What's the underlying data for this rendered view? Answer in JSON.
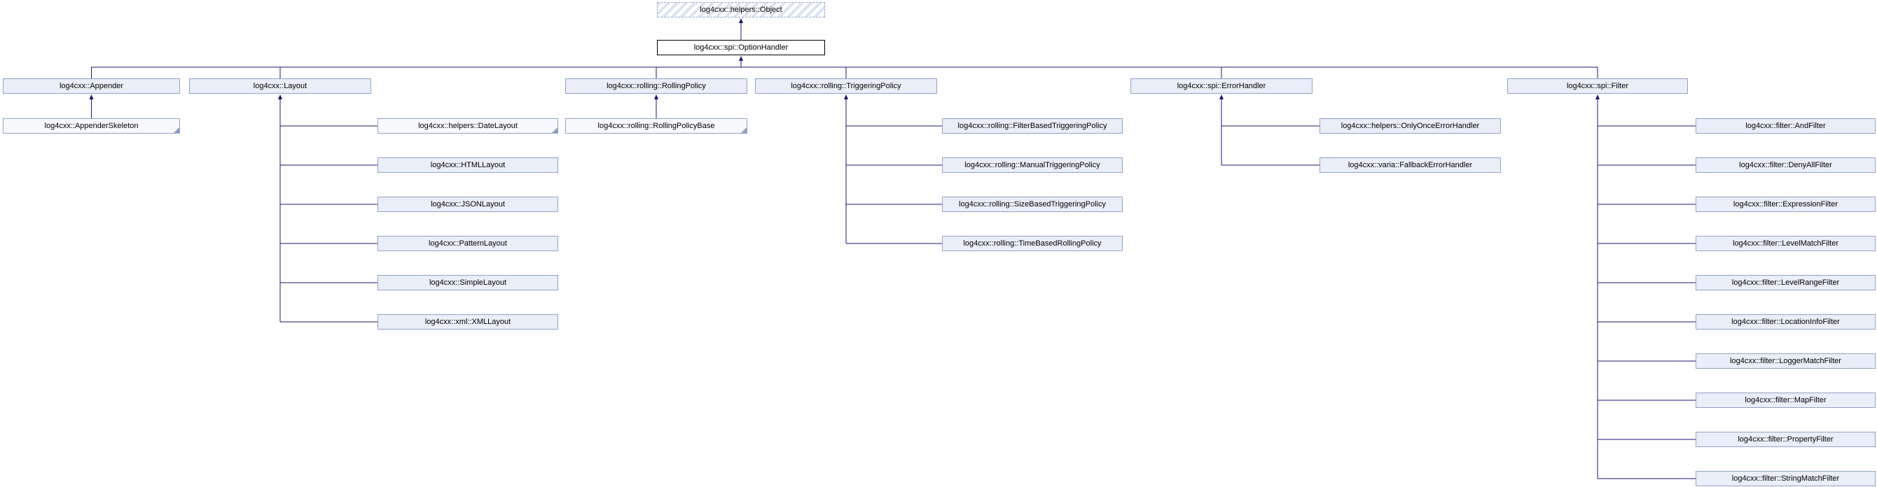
{
  "root": {
    "label": "log4cxx::helpers::Object"
  },
  "base": {
    "label": "log4cxx::spi::OptionHandler"
  },
  "interfaces": [
    {
      "label": "log4cxx::Appender",
      "children": [
        {
          "label": "log4cxx::AppenderSkeleton",
          "truncated": true
        }
      ]
    },
    {
      "label": "log4cxx::Layout",
      "children": [
        {
          "label": "log4cxx::helpers::DateLayout",
          "truncated": true
        },
        {
          "label": "log4cxx::HTMLLayout"
        },
        {
          "label": "log4cxx::JSONLayout"
        },
        {
          "label": "log4cxx::PatternLayout"
        },
        {
          "label": "log4cxx::SimpleLayout"
        },
        {
          "label": "log4cxx::xml::XMLLayout"
        }
      ]
    },
    {
      "label": "log4cxx::rolling::RollingPolicy",
      "children": [
        {
          "label": "log4cxx::rolling::RollingPolicyBase",
          "truncated": true
        }
      ]
    },
    {
      "label": "log4cxx::rolling::TriggeringPolicy",
      "children": [
        {
          "label": "log4cxx::rolling::FilterBasedTriggeringPolicy"
        },
        {
          "label": "log4cxx::rolling::ManualTriggeringPolicy"
        },
        {
          "label": "log4cxx::rolling::SizeBasedTriggeringPolicy"
        },
        {
          "label": "log4cxx::rolling::TimeBasedRollingPolicy"
        }
      ]
    },
    {
      "label": "log4cxx::spi::ErrorHandler",
      "children": [
        {
          "label": "log4cxx::helpers::OnlyOnceErrorHandler"
        },
        {
          "label": "log4cxx::varia::FallbackErrorHandler"
        }
      ]
    },
    {
      "label": "log4cxx::spi::Filter",
      "children": [
        {
          "label": "log4cxx::filter::AndFilter"
        },
        {
          "label": "log4cxx::filter::DenyAllFilter"
        },
        {
          "label": "log4cxx::filter::ExpressionFilter"
        },
        {
          "label": "log4cxx::filter::LevelMatchFilter"
        },
        {
          "label": "log4cxx::filter::LevelRangeFilter"
        },
        {
          "label": "log4cxx::filter::LocationInfoFilter"
        },
        {
          "label": "log4cxx::filter::LoggerMatchFilter"
        },
        {
          "label": "log4cxx::filter::MapFilter"
        },
        {
          "label": "log4cxx::filter::PropertyFilter"
        },
        {
          "label": "log4cxx::filter::StringMatchFilter"
        }
      ]
    }
  ],
  "colors": {
    "node_fill": "#E9EEF8",
    "node_border": "#93A2C7",
    "truncated_node_fill": "#F8F9FC",
    "fold_corner": "#8FA0C4",
    "hatch_stripe": "#DAE3F3",
    "root_border": "#94A8CC",
    "base_border": "#000000",
    "edge": "#191970",
    "text": "#000000",
    "background": "#FFFFFF"
  }
}
